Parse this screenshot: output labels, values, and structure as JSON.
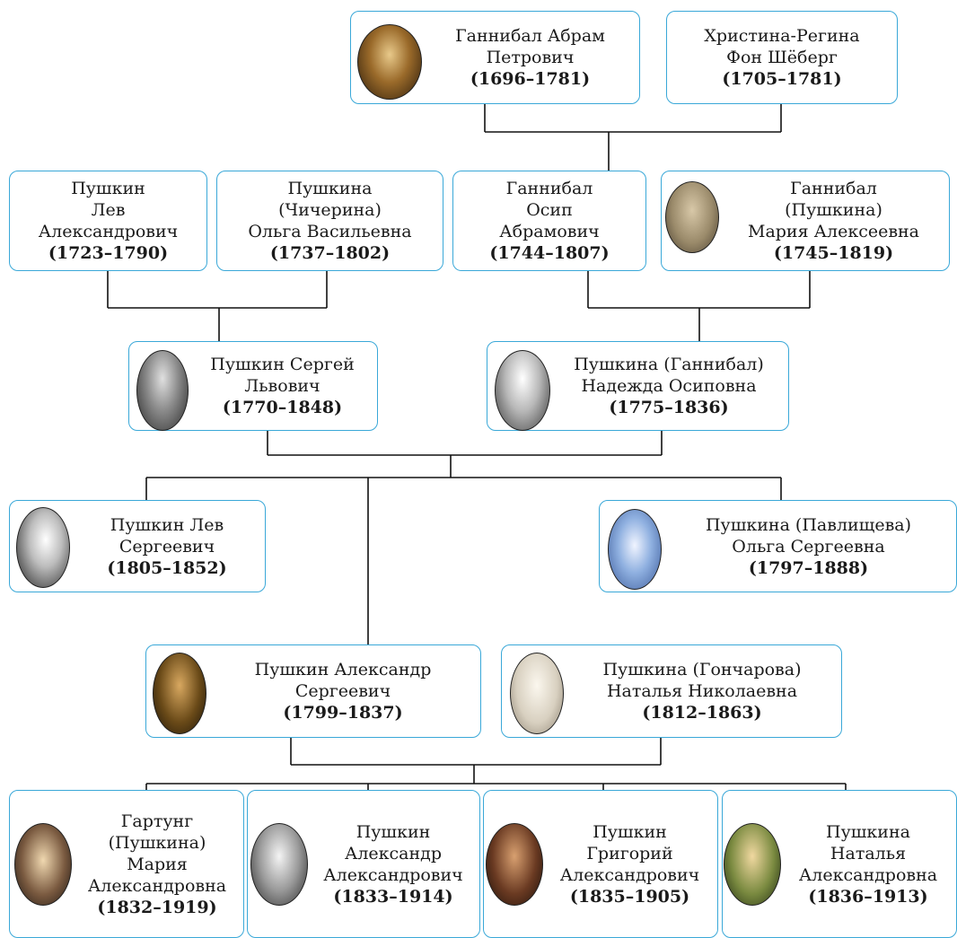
{
  "colors": {
    "node_border": "#3aa8d8",
    "line": "#111111"
  },
  "people": {
    "abram": {
      "lines": [
        "Ганнибал Абрам",
        "Петрович"
      ],
      "years": "(1696–1781)",
      "portrait": "portrait-icon"
    },
    "christina": {
      "lines": [
        "Христина-Регина",
        "Фон Шёберг"
      ],
      "years": "(1705–1781)"
    },
    "lev_a": {
      "lines": [
        "Пушкин",
        "Лев",
        "Александрович"
      ],
      "years": "(1723–1790)"
    },
    "olga_v": {
      "lines": [
        "Пушкина",
        "(Чичерина)",
        "Ольга Васильевна"
      ],
      "years": "(1737–1802)"
    },
    "osip": {
      "lines": [
        "Ганнибал",
        "Осип",
        "Абрамович"
      ],
      "years": "(1744–1807)"
    },
    "maria_a": {
      "lines": [
        "Ганнибал",
        "(Пушкина)",
        "Мария Алексеевна"
      ],
      "years": "(1745–1819)",
      "portrait": "portrait-icon"
    },
    "sergey": {
      "lines": [
        "Пушкин Сергей",
        "Львович"
      ],
      "years": "(1770–1848)",
      "portrait": "portrait-icon"
    },
    "nadezhda": {
      "lines": [
        "Пушкина (Ганнибал)",
        "Надежда Осиповна"
      ],
      "years": "(1775–1836)",
      "portrait": "portrait-icon"
    },
    "lev_s": {
      "lines": [
        "Пушкин Лев",
        "Сергеевич"
      ],
      "years": "(1805–1852)",
      "portrait": "portrait-icon"
    },
    "olga_s": {
      "lines": [
        "Пушкина (Павлищева)",
        "Ольга Сергеевна"
      ],
      "years": "(1797–1888)",
      "portrait": "portrait-icon"
    },
    "alexander": {
      "lines": [
        "Пушкин Александр",
        "Сергеевич"
      ],
      "years": "(1799–1837)",
      "portrait": "portrait-icon"
    },
    "natalia_n": {
      "lines": [
        "Пушкина (Гончарова)",
        "Наталья Николаевна"
      ],
      "years": "(1812–1863)",
      "portrait": "portrait-icon"
    },
    "maria_al": {
      "lines": [
        "Гартунг",
        "(Пушкина)",
        "Мария",
        "Александровна"
      ],
      "years": "(1832–1919)",
      "portrait": "portrait-icon"
    },
    "alexander_al": {
      "lines": [
        "Пушкин",
        "Александр",
        "Александрович"
      ],
      "years": "(1833–1914)",
      "portrait": "portrait-icon"
    },
    "grigory": {
      "lines": [
        "Пушкин",
        "Григорий",
        "Александрович"
      ],
      "years": "(1835–1905)",
      "portrait": "portrait-icon"
    },
    "natalia_al": {
      "lines": [
        "Пушкина",
        "Наталья",
        "Александровна"
      ],
      "years": "(1836–1913)",
      "portrait": "portrait-icon"
    }
  }
}
